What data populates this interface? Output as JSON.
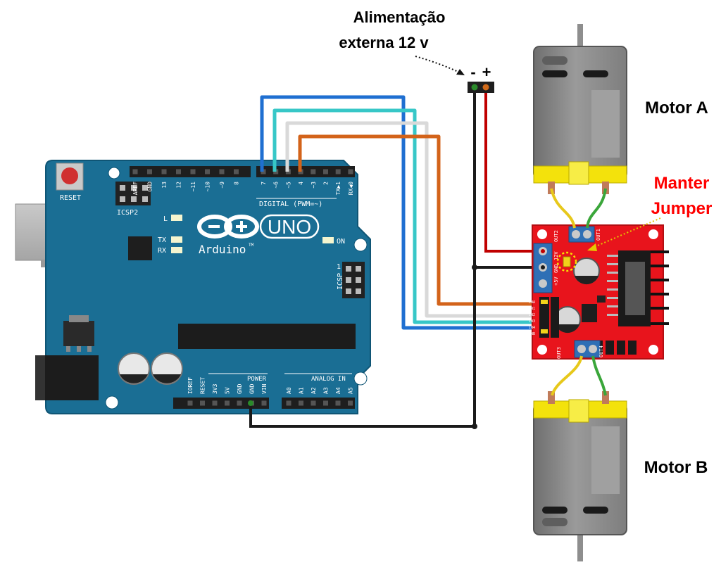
{
  "labels": {
    "power_line1": "Alimentação",
    "power_line2": "externa 12 v",
    "minus": "-",
    "plus": "+",
    "motor_a": "Motor A",
    "motor_b": "Motor B",
    "jumper_line1": "Manter",
    "jumper_line2": "Jumper"
  },
  "arduino": {
    "reset": "RESET",
    "icsp2": "ICSP2",
    "uno": "UNO",
    "brand": "Arduino",
    "tm": "TM",
    "digital": "DIGITAL (PWM=~)",
    "on": "ON",
    "led_l": "L",
    "tx": "TX",
    "rx": "RX",
    "icsp": "ICSP",
    "icsp_one": "1",
    "power": "POWER",
    "analog_in": "ANALOG IN",
    "digital_pins": [
      "AREF",
      "GND",
      "13",
      "12",
      "~11",
      "~10",
      "~9",
      "8",
      "7",
      "~6",
      "~5",
      "4",
      "~3",
      "2",
      "TX▶1",
      "RX◀0"
    ],
    "power_pins": [
      "IOREF",
      "RESET",
      "3V3",
      "5V",
      "GND",
      "GND",
      "VIN"
    ],
    "analog_pins": [
      "A0",
      "A1",
      "A2",
      "A3",
      "A4",
      "A5"
    ]
  },
  "driver": {
    "out1": "OUT1",
    "out2": "OUT2",
    "out3": "OUT3",
    "out4": "OUT4",
    "pwr_pins": [
      "12V",
      "GND",
      "+5V"
    ],
    "ctrl_pins": [
      "ENA",
      "IN1",
      "IN2",
      "IN3",
      "IN4",
      "ENB"
    ]
  },
  "colors": {
    "board": "#1a6e94",
    "board_edge": "#0f5575",
    "driver": "#e8141c",
    "wire_blue": "#1f6fd1",
    "wire_cyan": "#37c7c7",
    "wire_white": "#d9d9d9",
    "wire_orange": "#d3631a",
    "wire_red": "#c00000",
    "wire_black": "#1a1a1a",
    "motor_yellow": "#f3e20c",
    "wire_yellow": "#e7c81b",
    "wire_green": "#3aa63a",
    "jumper_text": "#ff0000"
  }
}
